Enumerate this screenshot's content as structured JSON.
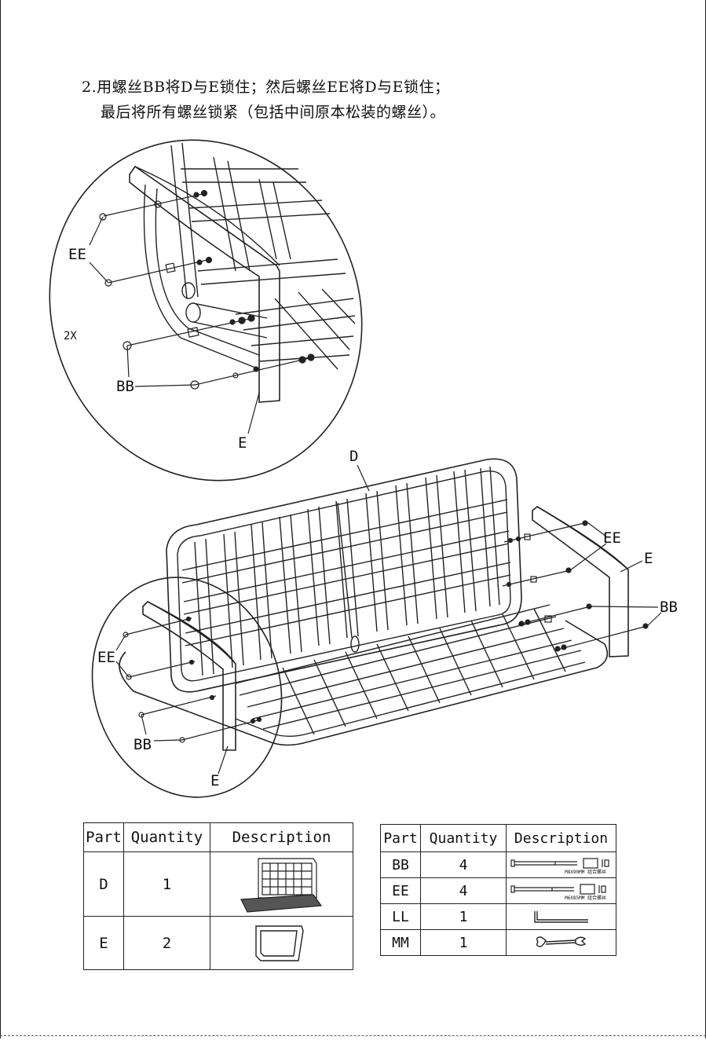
{
  "instructions": {
    "line1": "2.用螺丝BB将D与E锁住；然后螺丝EE将D与E锁住；",
    "line2": "最后将所有螺丝锁紧（包括中间原本松装的螺丝）。"
  },
  "callouts": {
    "detail_ee": "EE",
    "detail_2x": "2X",
    "detail_bb": "BB",
    "detail_e": "E",
    "main_d": "D",
    "right_ee": "EE",
    "right_e": "E",
    "right_bb": "BB",
    "left_ee": "EE",
    "left_bb": "BB",
    "left_e": "E"
  },
  "table1": {
    "headers": [
      "Part",
      "Quantity",
      "Description"
    ],
    "rows": [
      {
        "part": "D",
        "quantity": "1"
      },
      {
        "part": "E",
        "quantity": "2"
      }
    ]
  },
  "table2": {
    "headers": [
      "Part",
      "Quantity",
      "Description"
    ],
    "rows": [
      {
        "part": "BB",
        "quantity": "4",
        "spec": "M8X90MM 组合螺丝"
      },
      {
        "part": "EE",
        "quantity": "4",
        "spec": "M6X85MM 组合螺丝"
      },
      {
        "part": "LL",
        "quantity": "1"
      },
      {
        "part": "MM",
        "quantity": "1"
      }
    ]
  }
}
